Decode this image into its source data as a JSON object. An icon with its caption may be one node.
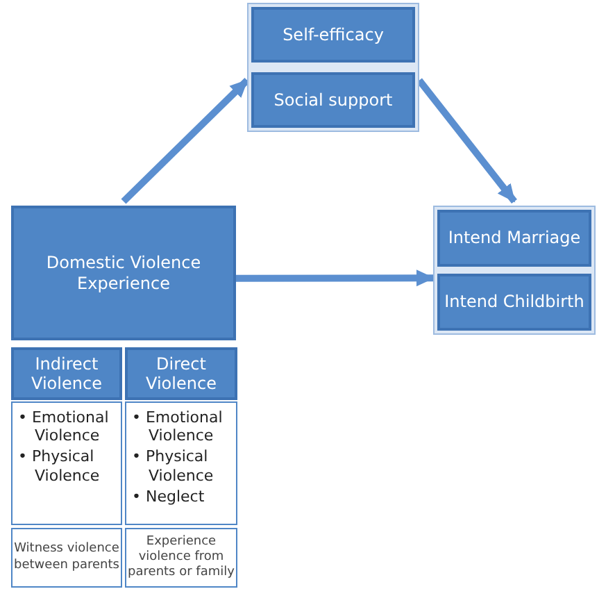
{
  "diagram": {
    "nodes": [
      {
        "text": [],
        "shape": "box"
      },
      {
        "text": [
          "Self-efficacy"
        ],
        "in": 0
      },
      {
        "text": [
          "Social support"
        ],
        "in": 0
      },
      {
        "text": [
          "Domestic Violence Experience"
        ]
      },
      {
        "text": [],
        "shape": "box"
      },
      {
        "text": [
          "Intend Marriage"
        ],
        "in": 4
      },
      {
        "text": [
          "Intend Childbirth"
        ],
        "in": 4
      },
      {
        "text": [
          "Indirect Violence"
        ]
      },
      {
        "text": [
          "• Emotional Violence",
          "• Physical Violence"
        ]
      },
      {
        "text": [
          "Witness violence between parents"
        ]
      },
      {
        "text": [
          "Direct Violence"
        ]
      },
      {
        "text": [
          "• Emotional Violence",
          "• Physical Violence",
          "• Neglect"
        ]
      },
      {
        "text": [
          "Experience violence from parents or family"
        ]
      }
    ],
    "edges": [
      {
        "from": 3,
        "to": 0,
        "arrow": "to"
      },
      {
        "from": 0,
        "to": 4,
        "arrow": "to"
      },
      {
        "from": 3,
        "to": 4,
        "arrow": "to"
      }
    ]
  }
}
